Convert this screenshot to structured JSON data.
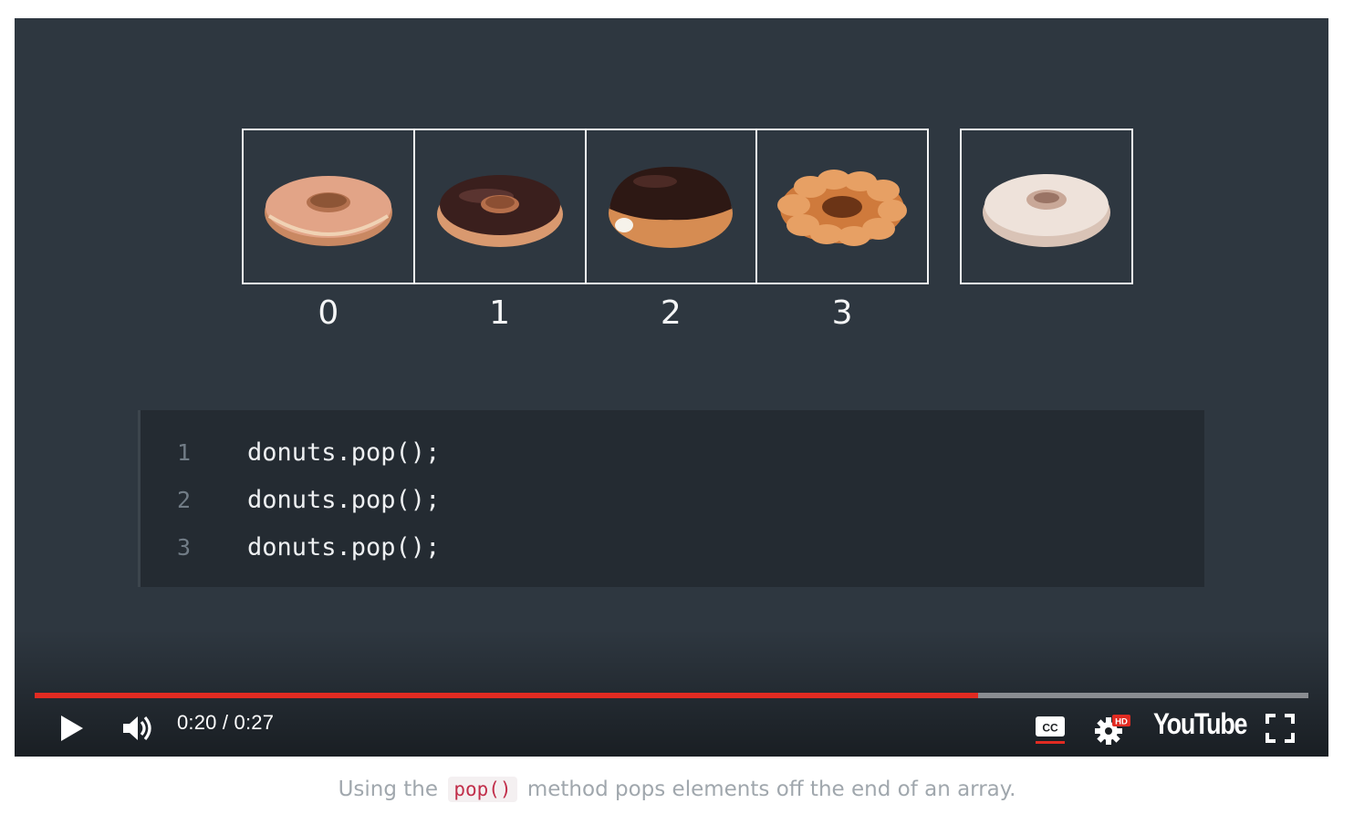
{
  "array": {
    "indices": [
      "0",
      "1",
      "2",
      "3"
    ],
    "items": [
      {
        "icon": "glazed-donut-icon"
      },
      {
        "icon": "chocolate-frosted-donut-icon"
      },
      {
        "icon": "chocolate-filled-donut-icon"
      },
      {
        "icon": "cruller-donut-icon"
      }
    ],
    "popped": {
      "icon": "sugar-donut-icon"
    }
  },
  "code": {
    "lines": [
      {
        "number": "1",
        "text": "donuts.pop();"
      },
      {
        "number": "2",
        "text": "donuts.pop();"
      },
      {
        "number": "3",
        "text": "donuts.pop();"
      }
    ]
  },
  "player": {
    "time_display": "0:20 / 0:27",
    "progress": 0.741,
    "logo": "YouTube",
    "hd_badge": "HD",
    "accent_color": "#e12b22"
  },
  "caption": {
    "before": "Using the",
    "code": "pop()",
    "after": "method pops elements off the end of an array."
  }
}
